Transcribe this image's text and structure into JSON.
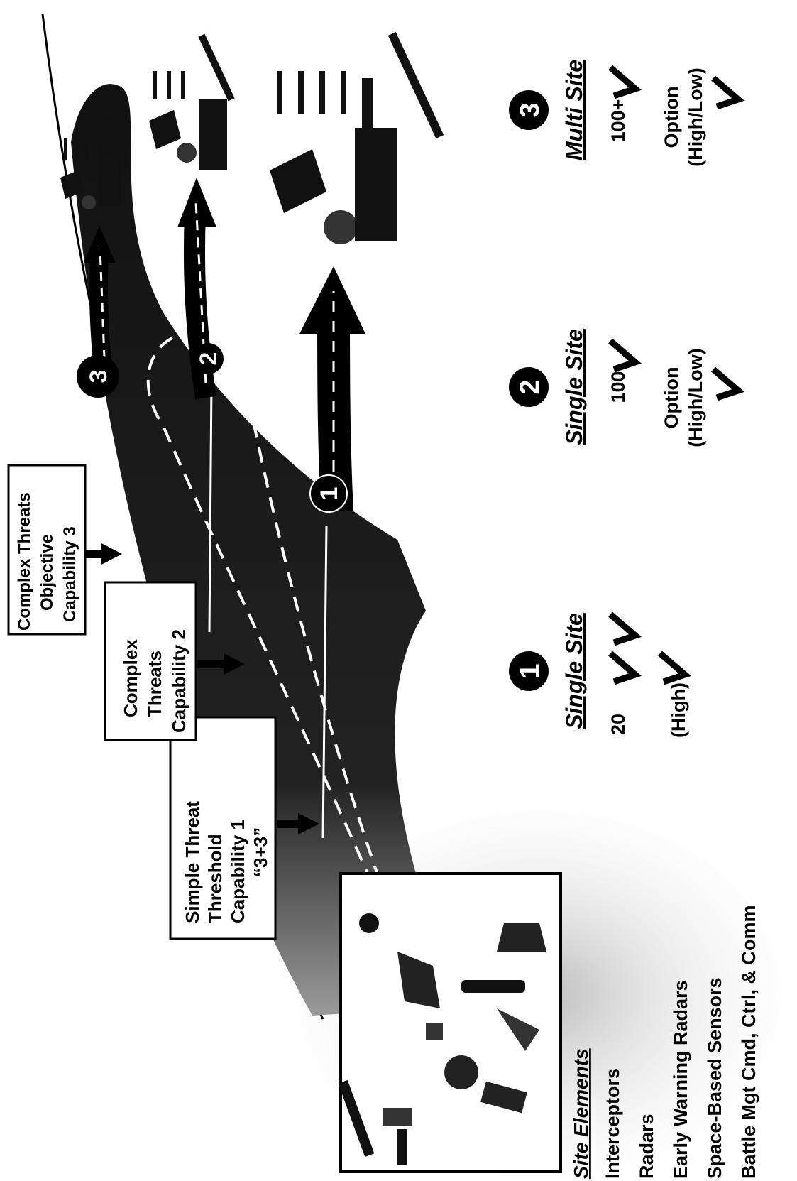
{
  "callouts": {
    "capability1": [
      "Simple Threat",
      "Threshold",
      "Capability 1",
      "“3+3”"
    ],
    "capability2": [
      "Complex",
      "Threats",
      "Capability 2"
    ],
    "capability3": [
      "Complex Threats",
      "Objective",
      "Capability 3"
    ]
  },
  "path_markers": [
    "1",
    "2",
    "3"
  ],
  "site_elements": {
    "heading": "Site Elements",
    "items": [
      "Interceptors",
      "Radars",
      "Early Warning Radars",
      "Space-Based Sensors",
      "Battle Mgt Cmd, Ctrl, & Comm"
    ]
  },
  "columns": [
    {
      "number": "1",
      "title": "Single Site",
      "interceptors": "20",
      "option": "(High)"
    },
    {
      "number": "2",
      "title": "Single Site",
      "interceptors": "100",
      "option": "Option\n(High/Low)"
    },
    {
      "number": "3",
      "title": "Multi Site",
      "interceptors": "100+",
      "option": "Option\n(High/Low)"
    }
  ],
  "colors": {
    "ink": "#000000",
    "paper": "#ffffff",
    "road": "#111111"
  }
}
